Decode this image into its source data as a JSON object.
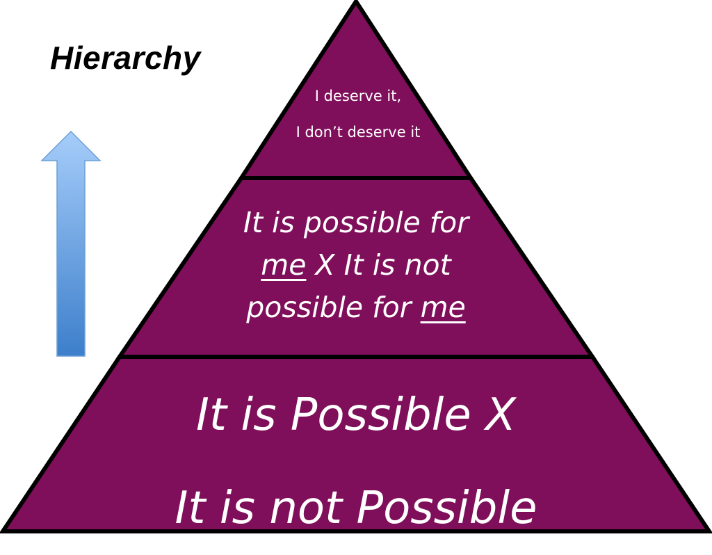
{
  "title": "Hierarchy",
  "colors": {
    "tier_fill": "#7f0f5a",
    "tier_border": "#000000",
    "tier_text": "#ffffff",
    "arrow_top": "#a6cdfa",
    "arrow_bottom": "#3d7fcb"
  },
  "arrow": {
    "icon": "up-arrow-icon",
    "direction": "up"
  },
  "pyramid": {
    "top_tier": {
      "line1": "I deserve it,",
      "line2": "I don’t deserve it"
    },
    "middle_tier": {
      "line1": "It is possible for",
      "line2_underlined": "me",
      "line2_rest": " X It is not",
      "line3_start": "possible for ",
      "line3_underlined": "me"
    },
    "bottom_tier": {
      "line1": "It is Possible X",
      "line2": "It is not Possible"
    }
  }
}
